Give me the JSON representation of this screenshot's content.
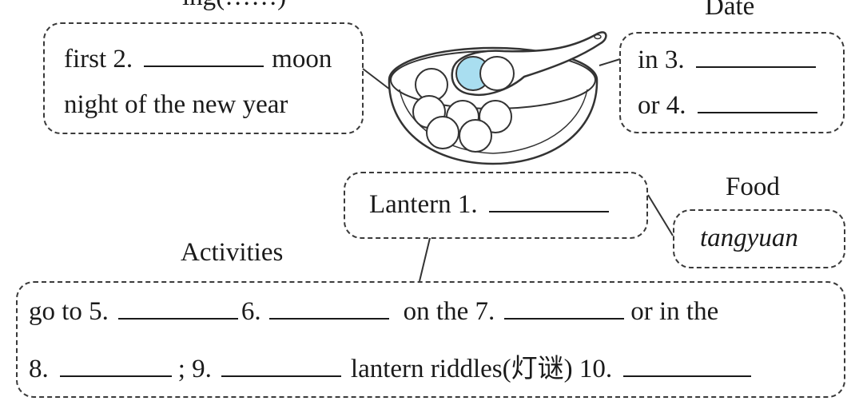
{
  "headings": {
    "top_left_partial": "ing(……)",
    "date": "Date",
    "food": "Food",
    "activities": "Activities"
  },
  "time_box": {
    "line1_pre": "first 2.",
    "line1_post": "moon",
    "line2": "night of the new year"
  },
  "date_box": {
    "line1": "in 3.",
    "line2": "or 4."
  },
  "name_box": {
    "text": "Lantern 1."
  },
  "food_box": {
    "text": "tangyuan"
  },
  "activities_box": {
    "l1_a": "go to 5.",
    "l1_b": "6.",
    "l1_c": "on the 7.",
    "l1_d": "or in the",
    "l2_a": "8.",
    "l2_b": "; 9.",
    "l2_c": "lantern riddles(灯谜) 10."
  },
  "illustration": {
    "name": "bowl-of-tangyuan-with-spoon",
    "highlight_color": "#a9def0"
  }
}
